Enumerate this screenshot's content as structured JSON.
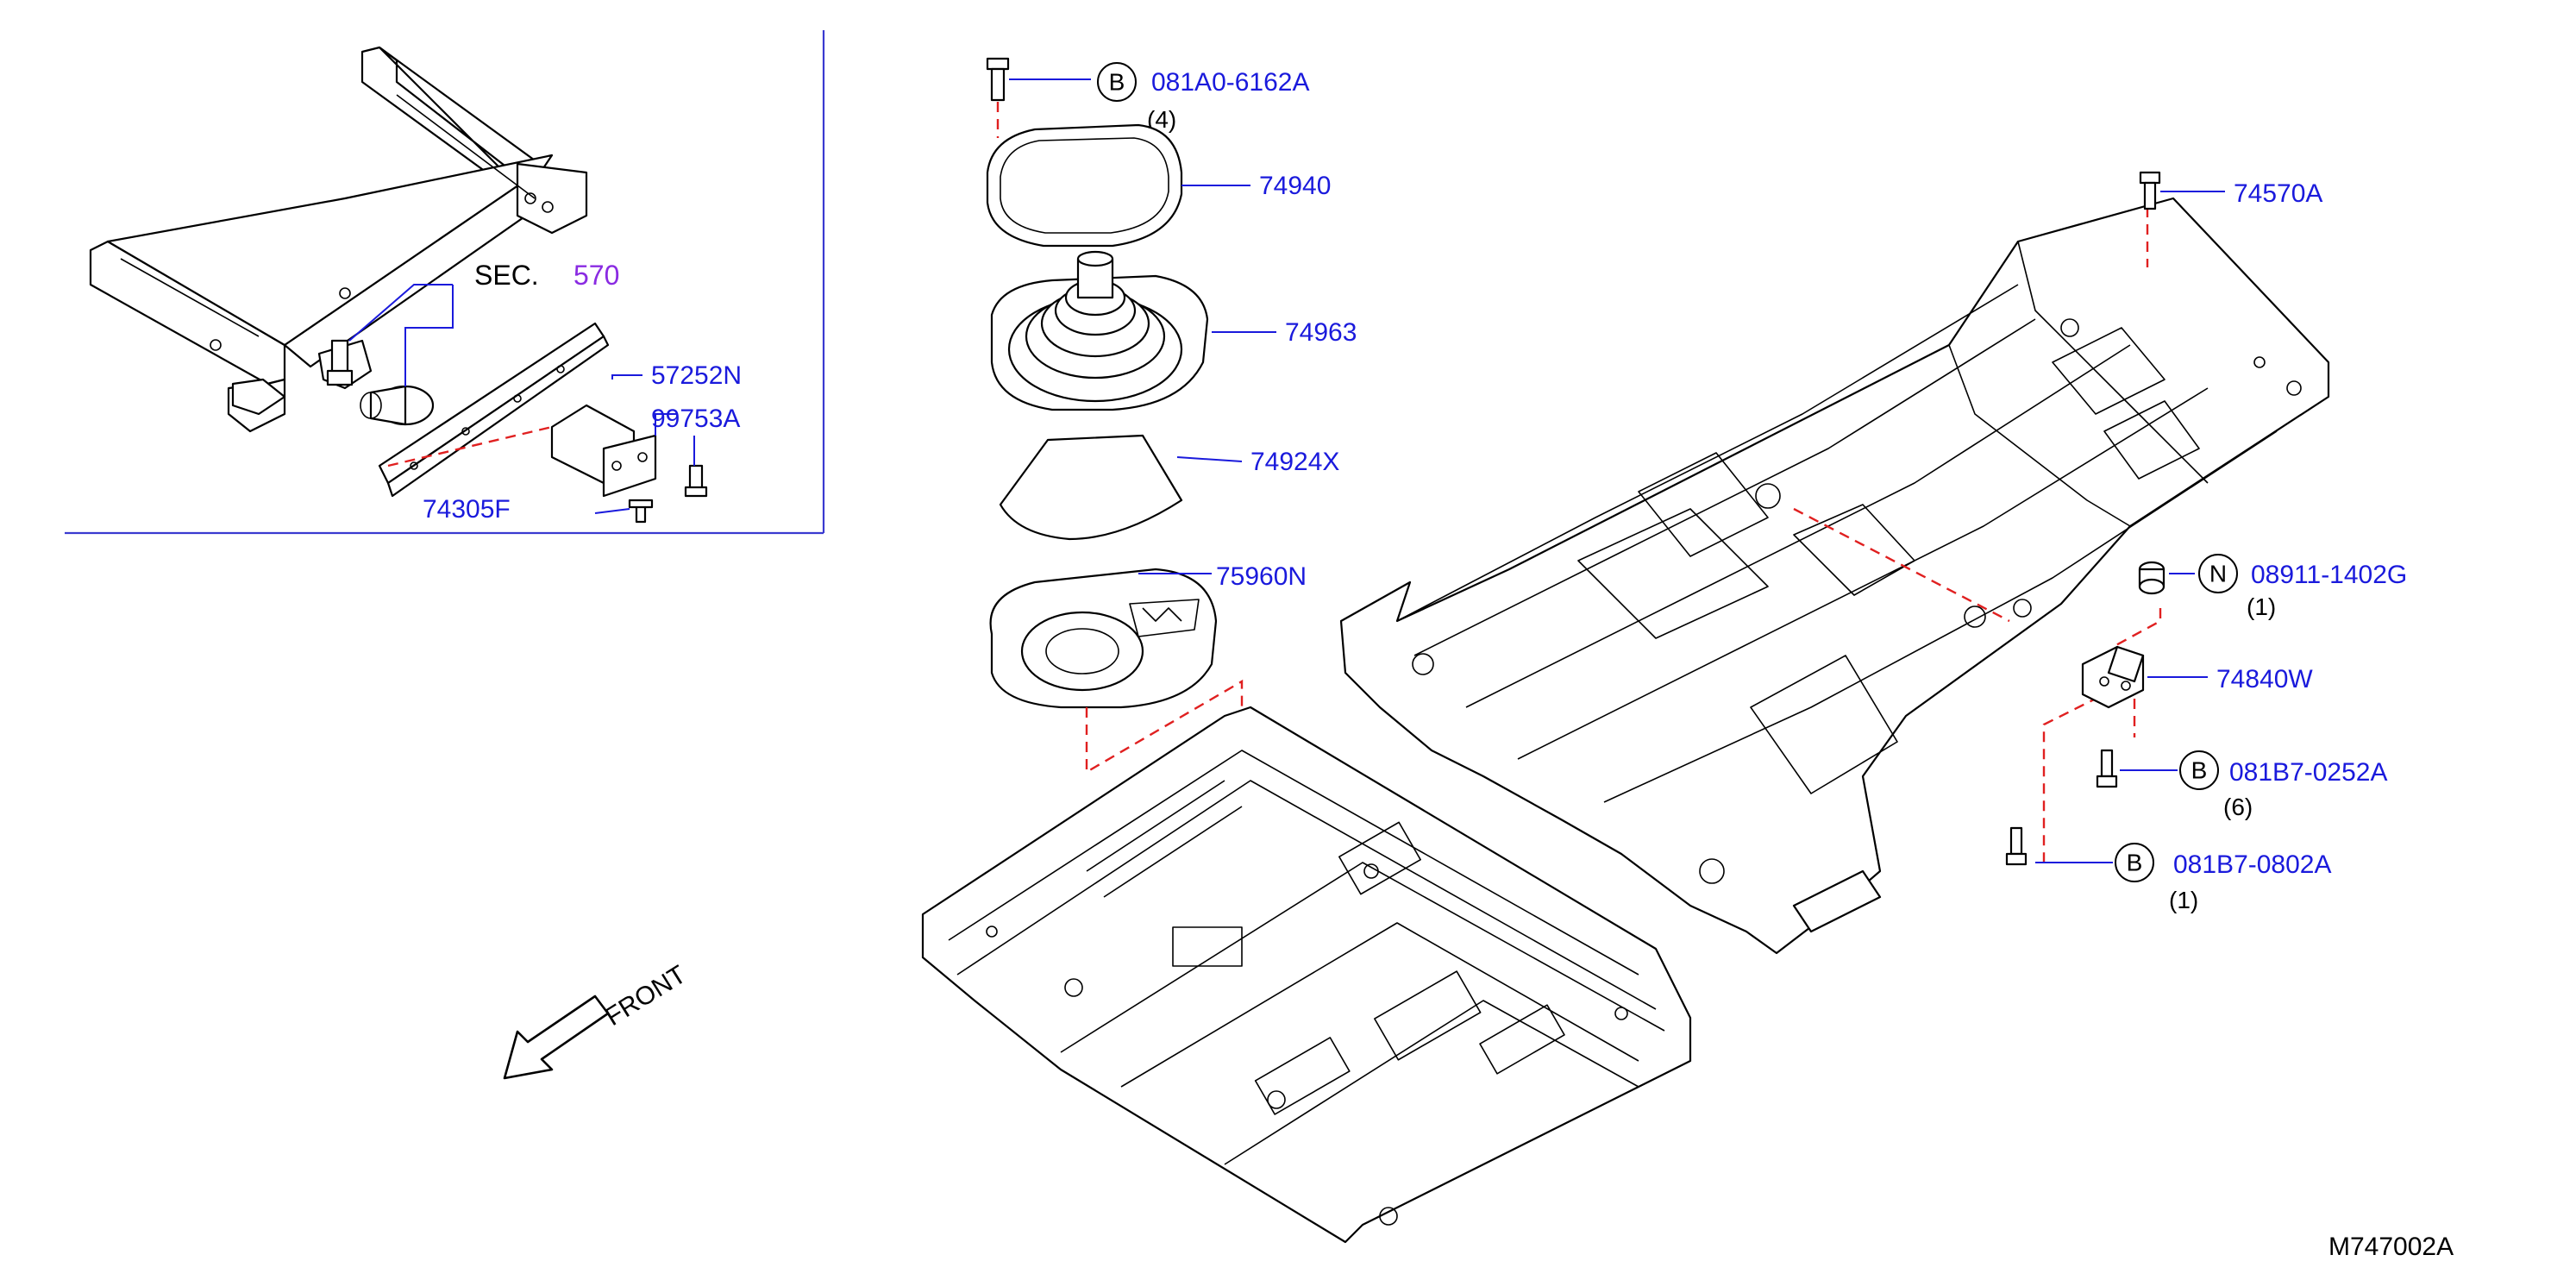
{
  "diagram": {
    "code": "M747002A",
    "front": "FRONT",
    "section": {
      "prefix": "SEC.",
      "number": "570"
    },
    "inset_parts": [
      {
        "id": "57252N",
        "label": "57252N"
      },
      {
        "id": "99753A",
        "label": "99753A"
      },
      {
        "id": "74305F",
        "label": "74305F"
      }
    ],
    "parts": [
      {
        "id": "081A0-6162A",
        "label": "081A0-6162A",
        "prefix": "B",
        "qty": "(4)"
      },
      {
        "id": "74940",
        "label": "74940"
      },
      {
        "id": "74963",
        "label": "74963"
      },
      {
        "id": "74924X",
        "label": "74924X"
      },
      {
        "id": "75960N",
        "label": "75960N"
      },
      {
        "id": "74570A",
        "label": "74570A"
      },
      {
        "id": "08911-1402G",
        "label": "08911-1402G",
        "prefix": "N",
        "qty": "(1)"
      },
      {
        "id": "74840W",
        "label": "74840W"
      },
      {
        "id": "081B7-0252A",
        "label": "081B7-0252A",
        "prefix": "B",
        "qty": "(6)"
      },
      {
        "id": "081B7-0802A",
        "label": "081B7-0802A",
        "prefix": "B",
        "qty": "(1)"
      }
    ]
  },
  "colors": {
    "label": "#1a1adc",
    "section": "#8a2be2",
    "dash": "#e02020"
  }
}
